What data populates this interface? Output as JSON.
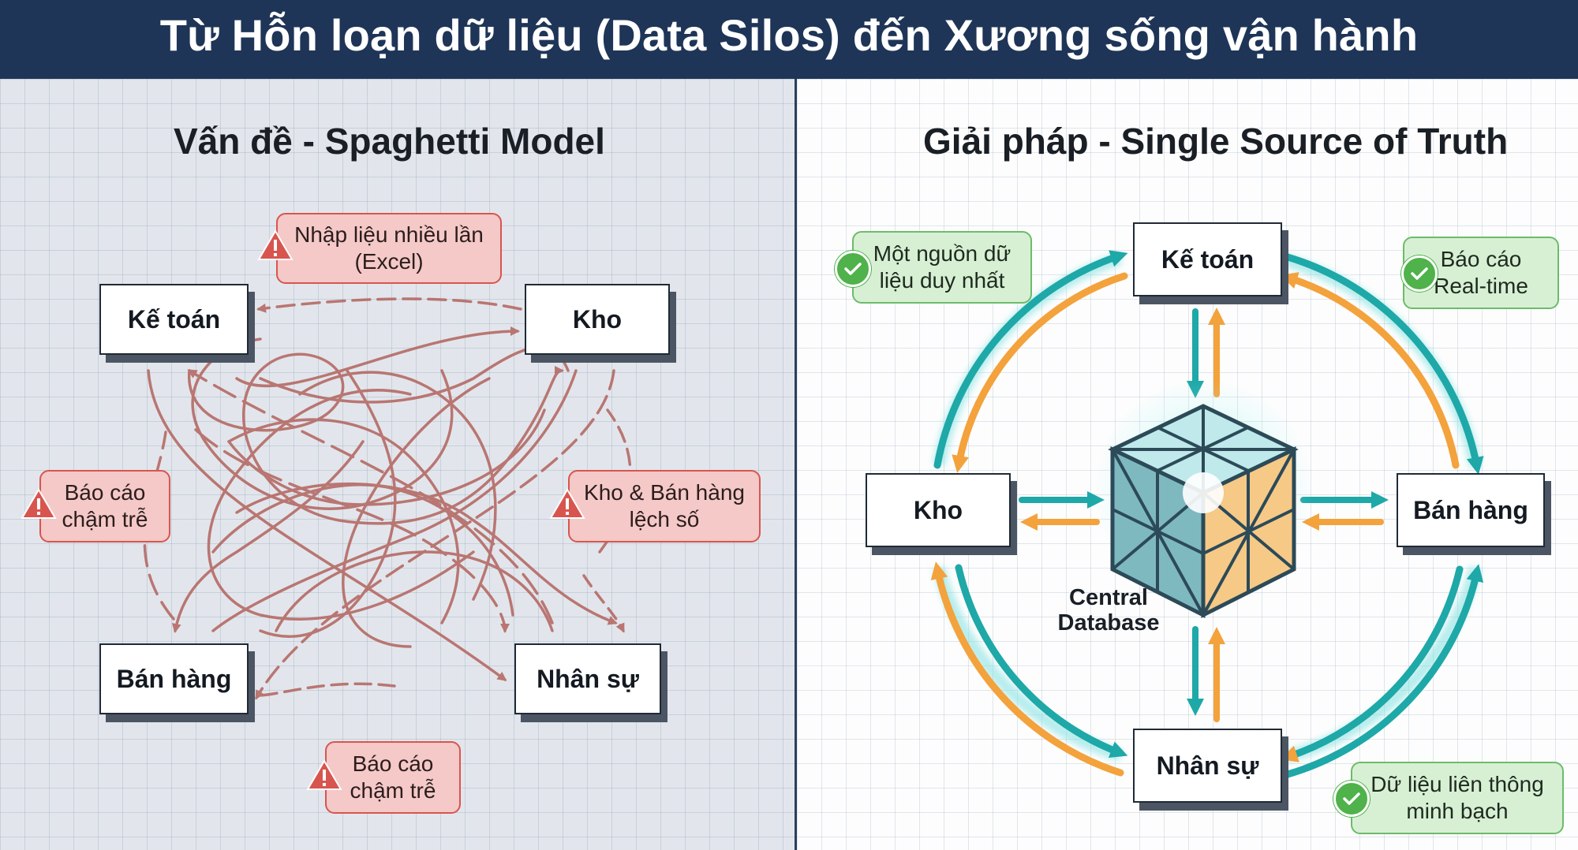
{
  "header": {
    "title": "Từ Hỗn loạn dữ liệu (Data Silos) đến Xương sống vận hành"
  },
  "left": {
    "title": "Vấn đề - Spaghetti Model",
    "nodes": {
      "accounting": "Kế toán",
      "warehouse": "Kho",
      "sales": "Bán hàng",
      "hr": "Nhân sự"
    },
    "warnings": {
      "top": [
        "Nhập liệu nhiều lần",
        "(Excel)"
      ],
      "left": [
        "Báo cáo",
        "chậm trễ"
      ],
      "right": [
        "Kho & Bán hàng",
        "lệch số"
      ],
      "bottom": [
        "Báo cáo",
        "chậm trễ"
      ]
    }
  },
  "right": {
    "title": "Giải pháp - Single Source of Truth",
    "nodes": {
      "accounting": "Kế toán",
      "warehouse": "Kho",
      "sales": "Bán hàng",
      "hr": "Nhân sự"
    },
    "database": [
      "Central",
      "Database"
    ],
    "benefits": {
      "top_left": [
        "Một nguồn dữ",
        "liệu duy nhất"
      ],
      "top_right": [
        "Báo cáo",
        "Real-time"
      ],
      "bottom_right": [
        "Dữ liệu liên thông",
        "minh bạch"
      ]
    }
  },
  "colors": {
    "header": "#1e3557",
    "warning": "#d8554f",
    "spaghetti": "#b56a65",
    "teal": "#1ea8a8",
    "orange": "#f3a23c",
    "success": "#4fb24a"
  },
  "icons": {
    "warning": "warning-triangle-icon",
    "check": "check-circle-icon",
    "database": "database-cube-icon"
  }
}
